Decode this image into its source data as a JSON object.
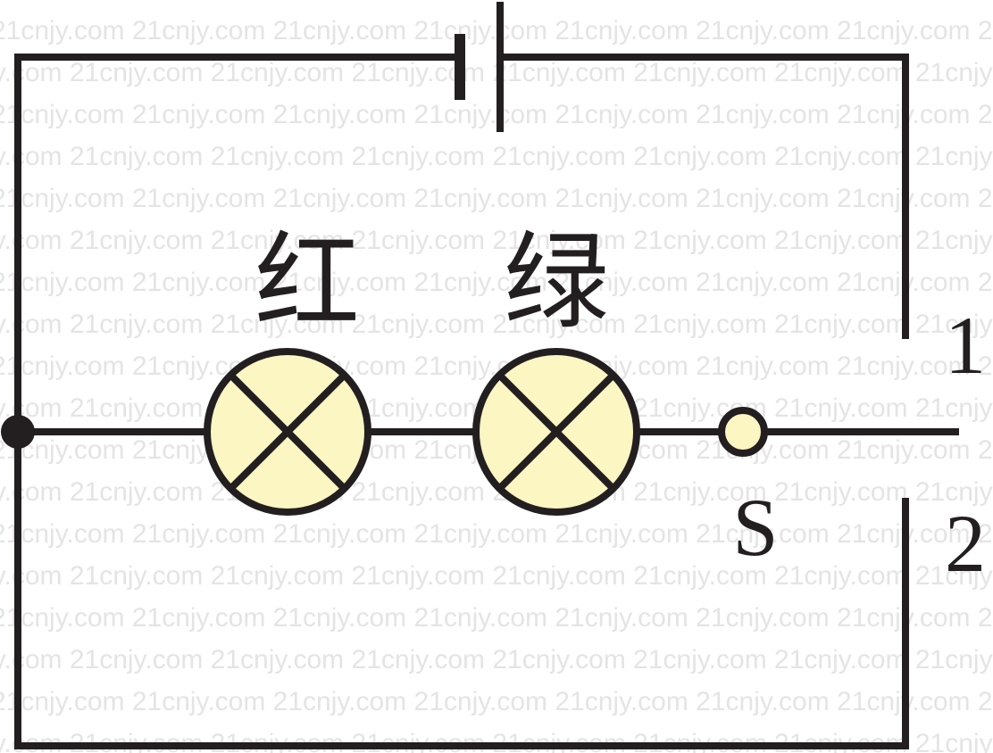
{
  "diagram": {
    "watermark_text": "21cnjy.com",
    "lamps": [
      {
        "label": "红",
        "icon": "lamp-icon"
      },
      {
        "label": "绿",
        "icon": "lamp-icon"
      }
    ],
    "switch": {
      "label": "S",
      "contacts": [
        "1",
        "2"
      ]
    },
    "battery": {
      "icon": "battery-icon"
    },
    "colors": {
      "wire": "#231f20",
      "lamp_fill": "#fbf6c2",
      "switch_pivot_fill": "#fbf6c2",
      "watermark": "#e4e4e4"
    }
  }
}
